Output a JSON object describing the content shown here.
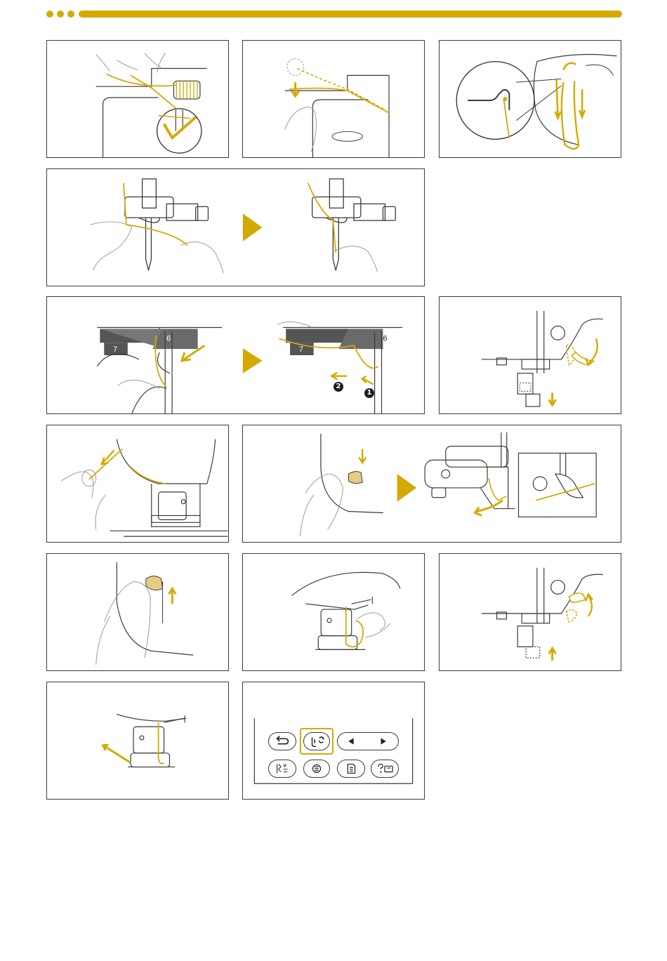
{
  "colors": {
    "accent": "#d4aa00",
    "line": "#3a3a3a",
    "light": "#9a9a9a",
    "tint": "#dcdcdc"
  },
  "labels": {
    "tension_dial_7": "7",
    "guide_6": "6",
    "step_1": "1",
    "step_2": "2"
  },
  "icons": {
    "back": "return-arrow-icon",
    "threader": "needle-threader-icon",
    "prev": "left-triangle-icon",
    "next": "right-triangle-icon",
    "stitch": "stitch-pattern-icon",
    "thread": "spool-icon",
    "doc": "document-icon",
    "help": "help-machine-icon"
  }
}
